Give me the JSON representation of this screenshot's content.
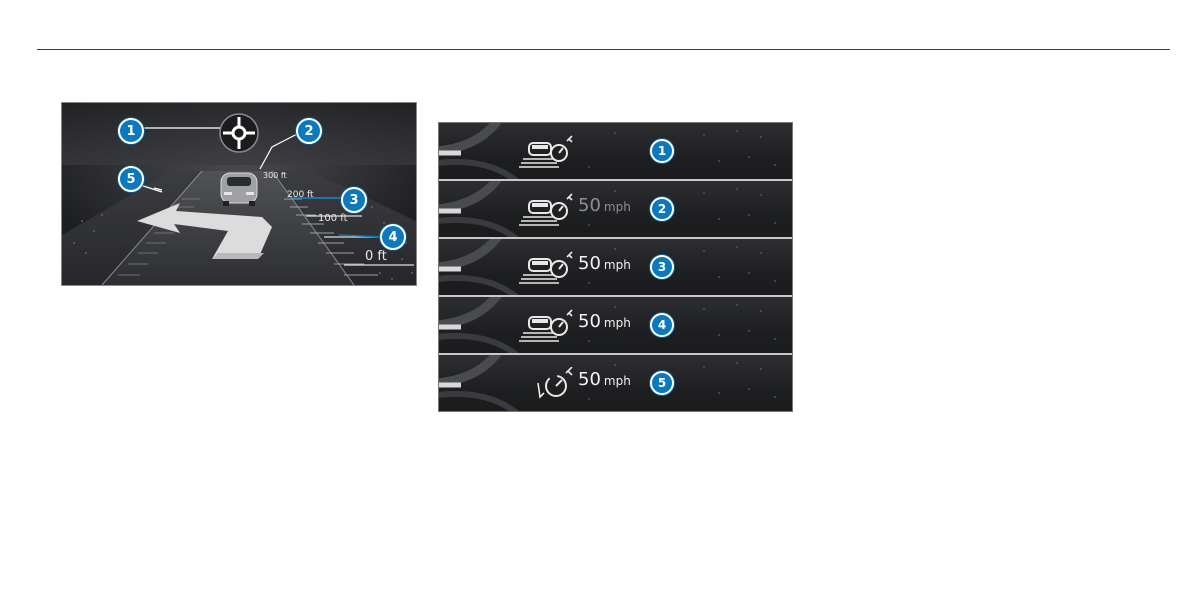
{
  "left_display": {
    "distances": [
      "300 ft",
      "200 ft",
      "100 ft",
      "0 ft"
    ],
    "callouts": [
      "1",
      "2",
      "3",
      "4",
      "5"
    ],
    "icons": [
      "roundabout-icon",
      "vehicle-ahead-icon",
      "turn-arrow-icon"
    ]
  },
  "right_panel": {
    "rows": [
      {
        "callout": "1",
        "speed": "",
        "unit": "",
        "icon": "distance-pilot-vehicle-detected-icon",
        "dim": false
      },
      {
        "callout": "2",
        "speed": "50",
        "unit": "mph",
        "icon": "distance-pilot-vehicle-detected-icon",
        "dim": true
      },
      {
        "callout": "3",
        "speed": "50",
        "unit": "mph",
        "icon": "distance-pilot-vehicle-detected-icon",
        "dim": false
      },
      {
        "callout": "4",
        "speed": "50",
        "unit": "mph",
        "icon": "distance-pilot-vehicle-detected-icon",
        "dim": false
      },
      {
        "callout": "5",
        "speed": "50",
        "unit": "mph",
        "icon": "speed-control-passive-icon",
        "dim": false
      }
    ]
  },
  "colors": {
    "callout_blue": "#0c79bd",
    "display_bg": "#1c1d1f"
  }
}
